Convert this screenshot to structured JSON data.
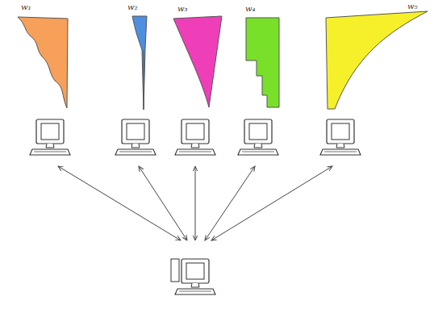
{
  "diagram": {
    "labels": [
      "w₁",
      "w₂",
      "w₃",
      "w₄",
      "w₅"
    ]
  }
}
